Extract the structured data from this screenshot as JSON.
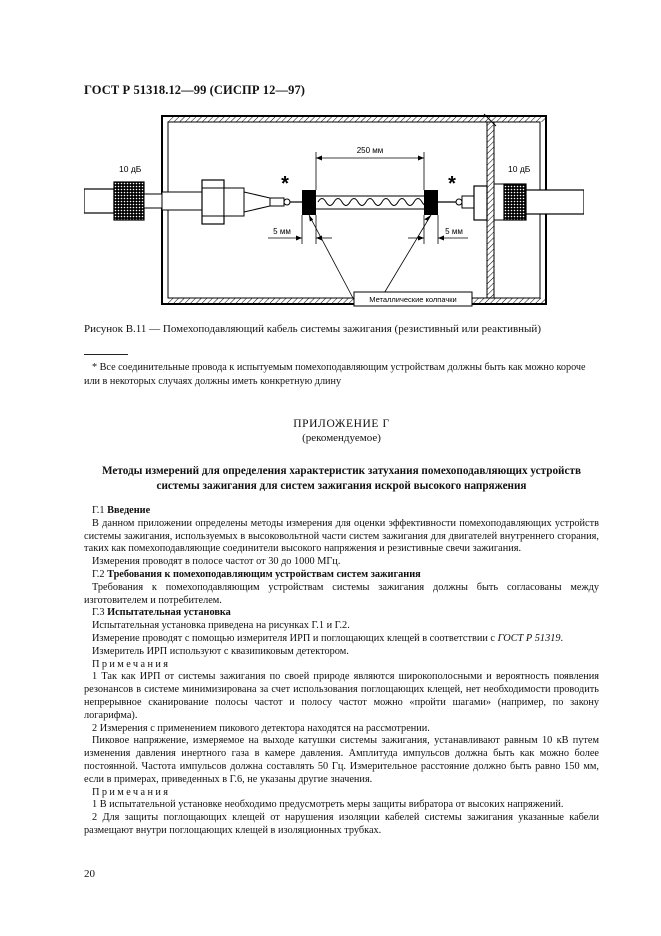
{
  "header": {
    "title": "ГОСТ Р 51318.12—99 (СИСПР 12—97)"
  },
  "figure": {
    "label_attenuator_left": "10 дБ",
    "label_attenuator_right": "10 дБ",
    "label_length": "250 мм",
    "label_left_gap": "5 мм",
    "label_right_gap": "5 мм",
    "label_caps": "Металлические колпачки",
    "asterisk": "*",
    "caption": "Рисунок В.11 — Помехоподавляющий кабель системы зажигания (резистивный или реактивный)"
  },
  "footnote": {
    "text": "* Все соединительные провода к испытуемым  помехоподавляющим устройствам должны быть как можно короче или в некоторых случаях должны иметь конкретную длину"
  },
  "appendix": {
    "title": "ПРИЛОЖЕНИЕ Г",
    "subtitle": "(рекомендуемое)",
    "heading": "Методы измерений для определения характеристик затухания помехоподавляющих устройств системы зажигания для систем зажигания искрой высокого напряжения"
  },
  "body": {
    "s1_num": "Г.1 ",
    "s1_title": "Введение",
    "p1": "В данном приложении определены методы измерения для оценки эффективности помехоподавляющих устройств системы зажигания, используемых в высоковольтной части систем зажигания для двигателей внутреннего сгорания, таких как помехоподавляющие соединители высокого напряжения и резистивные свечи зажигания.",
    "p2": "Измерения проводят в полосе частот от 30 до 1000 МГц.",
    "s2_num": "Г.2 ",
    "s2_title": "Требования к помехоподавляющим устройствам систем зажигания",
    "p3": "Требования к помехоподавляющим устройствам системы зажигания должны быть согласованы между изготовителем и потребителем.",
    "s3_num": "Г.3 ",
    "s3_title": "Испытательная установка",
    "p4": "Испытательная установка приведена на рисунках Г.1 и Г.2.",
    "p5a": "Измерение проводят с помощью измерителя ИРП и поглощающих клещей в соответствии с ",
    "p5_ref": "ГОСТ Р 51319",
    "p5b": ".",
    "p6": "Измеритель ИРП используют с квазипиковым детектором.",
    "notes_label1": "Примечания",
    "n1": "1 Так как ИРП от системы зажигания по своей природе являются широкополосными и вероятность появления резонансов в системе минимизирована за счет использования поглощающих клещей, нет необходимости проводить непрерывное сканирование полосы частот и полосу частот можно «пройти шагами» (например, по закону логарифма).",
    "n2": "2 Измерения с применением пикового детектора находятся на рассмотрении.",
    "p7": "Пиковое напряжение, измеряемое на выходе катушки системы зажигания, устанавливают равным 10 кВ путем изменения давления инертного газа в камере давления. Амплитуда импульсов должна быть как можно более постоянной. Частота импульсов должна составлять 50 Гц. Измерительное расстояние должно быть равно 150 мм, если в примерах, приведенных в Г.6, не указаны другие значения.",
    "notes_label2": "Примечания",
    "n3": "1 В испытательной установке необходимо предусмотреть меры защиты вибратора от высоких напряжений.",
    "n4": "2 Для защиты поглощающих клещей от нарушения изоляции кабелей системы зажигания указанные кабели размещают внутри поглощающих клещей в изоляционных трубках."
  },
  "page": {
    "number": "20"
  }
}
